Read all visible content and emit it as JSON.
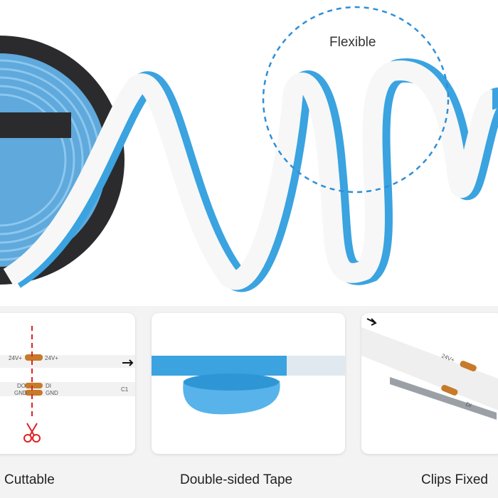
{
  "hero": {
    "callout": "Flexible"
  },
  "features": [
    {
      "label": "Cuttable",
      "strip_text": {
        "power": "24V+",
        "data_in": "DI",
        "data_out": "DO",
        "ground": "GND",
        "cap": "C1"
      }
    },
    {
      "label": "Double-sided Tape"
    },
    {
      "label": "Clips Fixed",
      "strip_text": {
        "power": "24V+",
        "data_in": "DI"
      }
    }
  ],
  "colors": {
    "tape_blue": "#3aa3e0",
    "pad_orange": "#c77a2a",
    "reel": "#2b2b2d",
    "cut_line": "#e02020"
  },
  "icons": [
    "scissors-icon",
    "arrow-right-icon"
  ]
}
